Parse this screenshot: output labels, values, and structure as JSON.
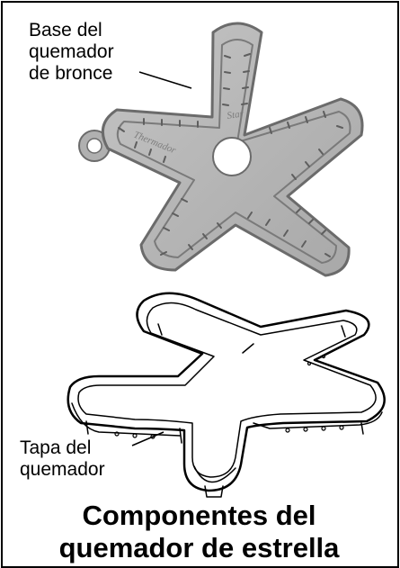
{
  "labels": {
    "base_line1": "Base del",
    "base_line2": "quemador",
    "base_line3": "de bronce",
    "cap_line1": "Tapa del",
    "cap_line2": "quemador"
  },
  "emboss": {
    "brand": "Thermador",
    "logo": "Star"
  },
  "caption": {
    "line1": "Componentes del",
    "line2": "quemador de estrella"
  },
  "colors": {
    "brass": "#b3b3b3",
    "brass_edge": "#6b6b6b",
    "outline": "#000000"
  }
}
